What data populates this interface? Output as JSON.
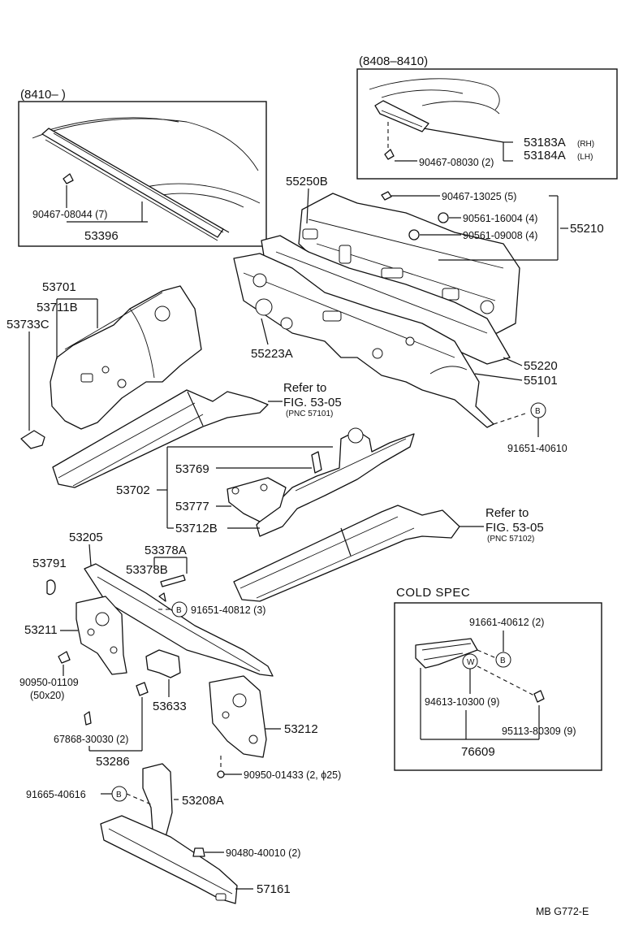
{
  "boxes": {
    "roof_box": {
      "header": "(8410–      )",
      "fastener": "90467-08044 (7)",
      "part": "53396"
    },
    "cowl_box": {
      "header": "(8408–8410)",
      "part_rh": "53183A",
      "part_rh_side": "(RH)",
      "part_lh": "53184A",
      "part_lh_side": "(LH)",
      "fastener": "90467-08030 (2)"
    },
    "cold_box": {
      "header": "COLD  SPEC",
      "callout_b": "91661-40612 (2)",
      "callout_w": "94613-10300 (9)",
      "callout_r": "95113-80309 (9)",
      "part": "76609",
      "marker_b": "B",
      "marker_w": "W"
    }
  },
  "dash_panel": {
    "p55250B": "55250B",
    "c1": "90467-13025 (5)",
    "c2": "90561-16004 (4)",
    "c3": "90561-09008 (4)",
    "p55210": "55210",
    "p55223A": "55223A",
    "p55220": "55220",
    "p55101": "55101",
    "marker_b": "B",
    "bolt": "91651-40610"
  },
  "apron": {
    "p53701": "53701",
    "p53711B": "53711B",
    "p53733C": "53733C"
  },
  "refs": {
    "ref1_a": "Refer to",
    "ref1_b": "FIG. 53-05",
    "ref1_c": "(PNC 57101)",
    "ref2_a": "Refer to",
    "ref2_b": "FIG. 53-05",
    "ref2_c": "(PNC 57102)"
  },
  "rh_apron": {
    "p53769": "53769",
    "p53702": "53702",
    "p53777": "53777",
    "p53712B": "53712B"
  },
  "radiator_support": {
    "p53205": "53205",
    "p53378A": "53378A",
    "p53378B": "53378B",
    "p53791": "53791",
    "marker_b": "B",
    "bolt": "91651-40812 (3)",
    "p53211": "53211",
    "clip1": "90950-01109",
    "clip1_size": "(50x20)",
    "p53633": "53633",
    "p53212": "53212",
    "screw": "67868-30030 (2)",
    "p53286": "53286",
    "plug": "90950-01433 (2, ϕ25)"
  },
  "crossmember": {
    "bolt": "91665-40616",
    "marker_b": "B",
    "p53208A": "53208A",
    "nut": "90480-40010 (2)",
    "p57161": "57161"
  },
  "footer": {
    "code": "MB  G772-E"
  }
}
